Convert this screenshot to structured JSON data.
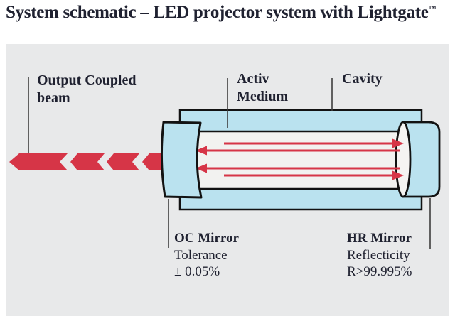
{
  "title": {
    "text": "System schematic – LED projector system with Lightgate",
    "trademark": "™"
  },
  "diagram": {
    "labels": {
      "output_beam": {
        "line1": "Output Coupled",
        "line2": "beam"
      },
      "active_medium": {
        "line1": "Activ",
        "line2": "Medium"
      },
      "cavity": "Cavity"
    },
    "callouts": {
      "oc_mirror": {
        "name": "OC Mirror",
        "property": "Tolerance",
        "value": "± 0.05%"
      },
      "hr_mirror": {
        "name": "HR Mirror",
        "property": "Reflecticity",
        "value": "R>99.995%"
      }
    },
    "colors": {
      "beam_red": "#d63547",
      "component_blue": "#bae2ef",
      "panel_gray": "#e8e9ea",
      "medium_fill": "#f2f2f0",
      "mirror_face_fill": "#f5f4f2",
      "outline": "#121212",
      "text": "#1f2130",
      "leader": "#3d3d3d"
    }
  }
}
